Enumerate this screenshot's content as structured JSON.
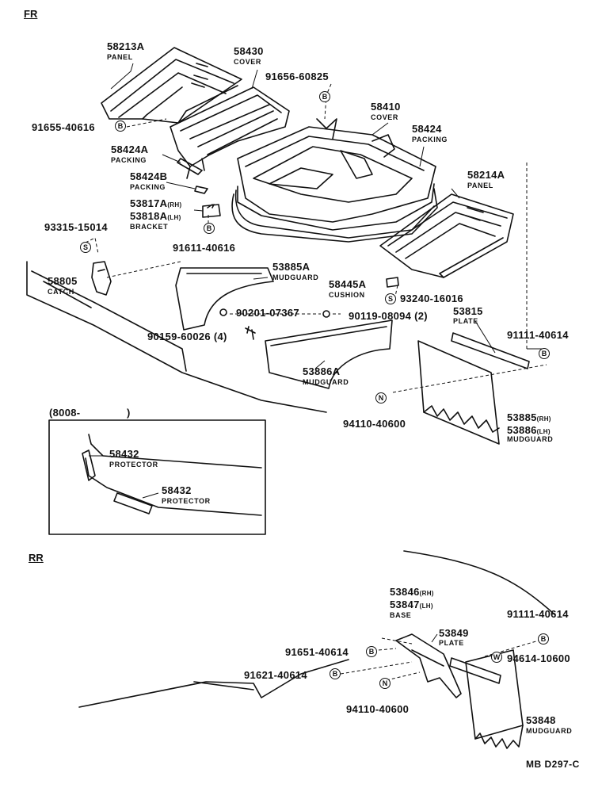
{
  "sections": {
    "front": "FR",
    "rear": "RR"
  },
  "inset_header": "(8008-",
  "diagram_code": "MB D297-C",
  "parts": {
    "p58213A": {
      "number": "58213A",
      "name": "PANEL"
    },
    "p58430": {
      "number": "58430",
      "name": "COVER"
    },
    "p91656": {
      "number": "91656-60825"
    },
    "p91655": {
      "number": "91655-40616"
    },
    "p58410": {
      "number": "58410",
      "name": "COVER"
    },
    "p58424": {
      "number": "58424",
      "name": "PACKING"
    },
    "p58424A": {
      "number": "58424A",
      "name": "PACKING"
    },
    "p58424B": {
      "number": "58424B",
      "name": "PACKING"
    },
    "p58214A": {
      "number": "58214A",
      "name": "PANEL"
    },
    "p53817A": {
      "number": "53817A",
      "suffix": "(RH)"
    },
    "p53818A": {
      "number": "53818A",
      "suffix": "(LH)",
      "name": "BRACKET"
    },
    "p93315": {
      "number": "93315-15014"
    },
    "p91611": {
      "number": "91611-40616"
    },
    "p53885A": {
      "number": "53885A",
      "name": "MUDGUARD"
    },
    "p58805": {
      "number": "58805",
      "name": "CATCH"
    },
    "p58445A": {
      "number": "58445A",
      "name": "CUSHION"
    },
    "p93240": {
      "number": "93240-16016"
    },
    "p90201": {
      "number": "90201-07367"
    },
    "p90119": {
      "number": "90119-08094 (2)"
    },
    "p53815": {
      "number": "53815",
      "name": "PLATE"
    },
    "p91111a": {
      "number": "91111-40614"
    },
    "p90159": {
      "number": "90159-60026 (4)"
    },
    "p53886A": {
      "number": "53886A",
      "name": "MUDGUARD"
    },
    "p94110a": {
      "number": "94110-40600"
    },
    "p53885": {
      "number": "53885",
      "suffix": "(RH)"
    },
    "p53886": {
      "number": "53886",
      "suffix": "(LH)",
      "name": "MUDGUARD"
    },
    "p58432a": {
      "number": "58432",
      "name": "PROTECTOR"
    },
    "p58432b": {
      "number": "58432",
      "name": "PROTECTOR"
    },
    "p53846": {
      "number": "53846",
      "suffix": "(RH)"
    },
    "p53847": {
      "number": "53847",
      "suffix": "(LH)",
      "name": "BASE"
    },
    "p91111b": {
      "number": "91111-40614"
    },
    "p53849": {
      "number": "53849",
      "name": "PLATE"
    },
    "p91651": {
      "number": "91651-40614"
    },
    "p94614": {
      "number": "94614-10600"
    },
    "p91621": {
      "number": "91621-40614"
    },
    "p94110b": {
      "number": "94110-40600"
    },
    "p53848": {
      "number": "53848",
      "name": "MUDGUARD"
    }
  },
  "markers": {
    "B": "B",
    "S": "S",
    "N": "N",
    "W": "W"
  }
}
